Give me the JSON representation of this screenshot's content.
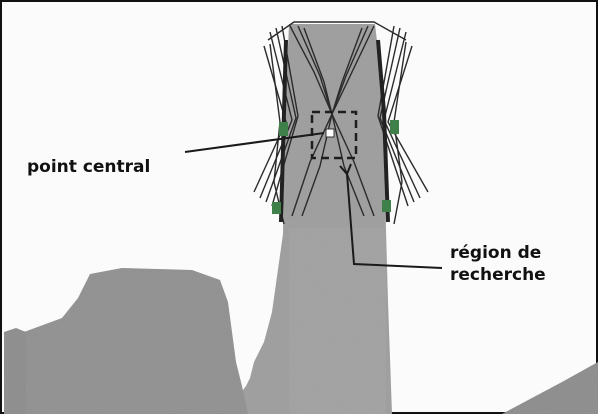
{
  "annotations": {
    "central_point": "point central",
    "search_region_line1": "région de",
    "search_region_line2": "recherche"
  },
  "colors": {
    "shape_fill": "#9a9a9a",
    "contour_lines": "#2b2b2b",
    "marker_green": "#3e7f4a",
    "search_box": "#1e1e1e",
    "label_text": "#111111",
    "background": "#fbfbfb"
  }
}
